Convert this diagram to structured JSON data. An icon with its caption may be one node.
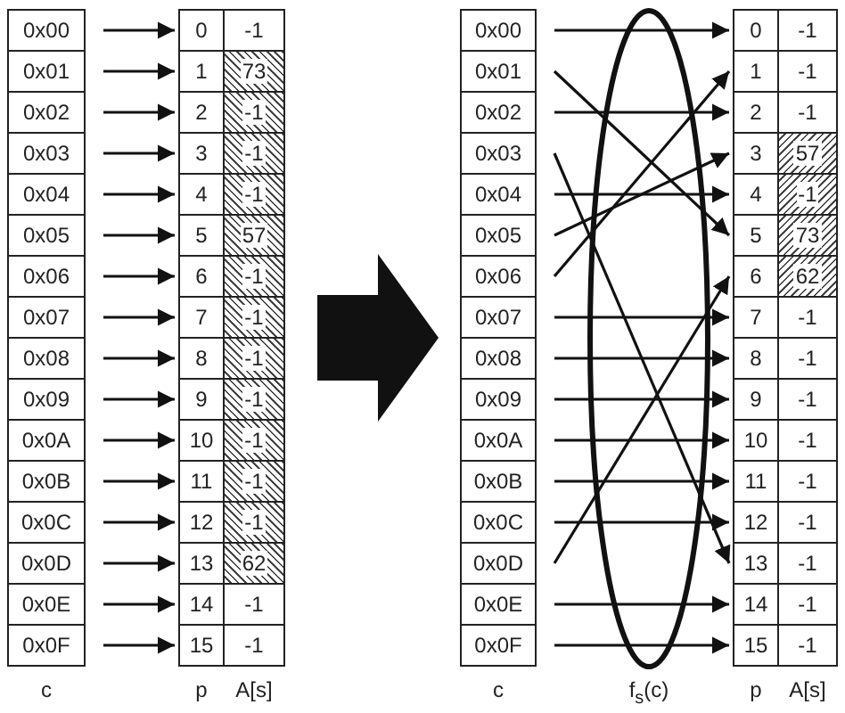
{
  "diagram": {
    "nodes": [
      {
        "text": [],
        "shape": "table"
      },
      {
        "text": [
          "0x00"
        ],
        "in": 0
      },
      {
        "text": [
          "0x01"
        ],
        "in": 0
      },
      {
        "text": [
          "0x02"
        ],
        "in": 0
      },
      {
        "text": [
          "0x03"
        ],
        "in": 0
      },
      {
        "text": [
          "0x04"
        ],
        "in": 0
      },
      {
        "text": [
          "0x05"
        ],
        "in": 0
      },
      {
        "text": [
          "0x06"
        ],
        "in": 0
      },
      {
        "text": [
          "0x07"
        ],
        "in": 0
      },
      {
        "text": [
          "0x08"
        ],
        "in": 0
      },
      {
        "text": [
          "0x09"
        ],
        "in": 0
      },
      {
        "text": [
          "0x0A"
        ],
        "in": 0
      },
      {
        "text": [
          "0x0B"
        ],
        "in": 0
      },
      {
        "text": [
          "0x0C"
        ],
        "in": 0
      },
      {
        "text": [
          "0x0D"
        ],
        "in": 0
      },
      {
        "text": [
          "0x0E"
        ],
        "in": 0
      },
      {
        "text": [
          "0x0F"
        ],
        "in": 0
      },
      {
        "text": [
          "0"
        ],
        "in": 0
      },
      {
        "text": [
          "1"
        ],
        "in": 0
      },
      {
        "text": [
          "2"
        ],
        "in": 0
      },
      {
        "text": [
          "3"
        ],
        "in": 0
      },
      {
        "text": [
          "4"
        ],
        "in": 0
      },
      {
        "text": [
          "5"
        ],
        "in": 0
      },
      {
        "text": [
          "6"
        ],
        "in": 0
      },
      {
        "text": [
          "7"
        ],
        "in": 0
      },
      {
        "text": [
          "8"
        ],
        "in": 0
      },
      {
        "text": [
          "9"
        ],
        "in": 0
      },
      {
        "text": [
          "10"
        ],
        "in": 0
      },
      {
        "text": [
          "11"
        ],
        "in": 0
      },
      {
        "text": [
          "12"
        ],
        "in": 0
      },
      {
        "text": [
          "13"
        ],
        "in": 0
      },
      {
        "text": [
          "14"
        ],
        "in": 0
      },
      {
        "text": [
          "15"
        ],
        "in": 0
      },
      {
        "text": [
          "-1"
        ],
        "in": 0
      },
      {
        "text": [
          "73"
        ],
        "in": 0
      },
      {
        "text": [
          "-1"
        ],
        "in": 0
      },
      {
        "text": [
          "-1"
        ],
        "in": 0
      },
      {
        "text": [
          "-1"
        ],
        "in": 0
      },
      {
        "text": [
          "57"
        ],
        "in": 0
      },
      {
        "text": [
          "-1"
        ],
        "in": 0
      },
      {
        "text": [
          "-1"
        ],
        "in": 0
      },
      {
        "text": [
          "-1"
        ],
        "in": 0
      },
      {
        "text": [
          "-1"
        ],
        "in": 0
      },
      {
        "text": [
          "-1"
        ],
        "in": 0
      },
      {
        "text": [
          "-1"
        ],
        "in": 0
      },
      {
        "text": [
          "-1"
        ],
        "in": 0
      },
      {
        "text": [
          "62"
        ],
        "in": 0
      },
      {
        "text": [
          "-1"
        ],
        "in": 0
      },
      {
        "text": [
          "-1"
        ],
        "in": 0
      },
      {
        "text": [],
        "shape": "table"
      },
      {
        "text": [
          "0x00"
        ],
        "in": 49
      },
      {
        "text": [
          "0x01"
        ],
        "in": 49
      },
      {
        "text": [
          "0x02"
        ],
        "in": 49
      },
      {
        "text": [
          "0x03"
        ],
        "in": 49
      },
      {
        "text": [
          "0x04"
        ],
        "in": 49
      },
      {
        "text": [
          "0x05"
        ],
        "in": 49
      },
      {
        "text": [
          "0x06"
        ],
        "in": 49
      },
      {
        "text": [
          "0x07"
        ],
        "in": 49
      },
      {
        "text": [
          "0x08"
        ],
        "in": 49
      },
      {
        "text": [
          "0x09"
        ],
        "in": 49
      },
      {
        "text": [
          "0x0A"
        ],
        "in": 49
      },
      {
        "text": [
          "0x0B"
        ],
        "in": 49
      },
      {
        "text": [
          "0x0C"
        ],
        "in": 49
      },
      {
        "text": [
          "0x0D"
        ],
        "in": 49
      },
      {
        "text": [
          "0x0E"
        ],
        "in": 49
      },
      {
        "text": [
          "0x0F"
        ],
        "in": 49
      },
      {
        "text": [
          "0"
        ],
        "in": 49
      },
      {
        "text": [
          "1"
        ],
        "in": 49
      },
      {
        "text": [
          "2"
        ],
        "in": 49
      },
      {
        "text": [
          "3"
        ],
        "in": 49
      },
      {
        "text": [
          "4"
        ],
        "in": 49
      },
      {
        "text": [
          "5"
        ],
        "in": 49
      },
      {
        "text": [
          "6"
        ],
        "in": 49
      },
      {
        "text": [
          "7"
        ],
        "in": 49
      },
      {
        "text": [
          "8"
        ],
        "in": 49
      },
      {
        "text": [
          "9"
        ],
        "in": 49
      },
      {
        "text": [
          "10"
        ],
        "in": 49
      },
      {
        "text": [
          "11"
        ],
        "in": 49
      },
      {
        "text": [
          "12"
        ],
        "in": 49
      },
      {
        "text": [
          "13"
        ],
        "in": 49
      },
      {
        "text": [
          "14"
        ],
        "in": 49
      },
      {
        "text": [
          "15"
        ],
        "in": 49
      },
      {
        "text": [
          "-1"
        ],
        "in": 49
      },
      {
        "text": [
          "-1"
        ],
        "in": 49
      },
      {
        "text": [
          "-1"
        ],
        "in": 49
      },
      {
        "text": [
          "57"
        ],
        "in": 49
      },
      {
        "text": [
          "-1"
        ],
        "in": 49
      },
      {
        "text": [
          "73"
        ],
        "in": 49
      },
      {
        "text": [
          "62"
        ],
        "in": 49
      },
      {
        "text": [
          "-1"
        ],
        "in": 49
      },
      {
        "text": [
          "-1"
        ],
        "in": 49
      },
      {
        "text": [
          "-1"
        ],
        "in": 49
      },
      {
        "text": [
          "-1"
        ],
        "in": 49
      },
      {
        "text": [
          "-1"
        ],
        "in": 49
      },
      {
        "text": [
          "-1"
        ],
        "in": 49
      },
      {
        "text": [
          "-1"
        ],
        "in": 49
      },
      {
        "text": [
          "-1"
        ],
        "in": 49
      },
      {
        "text": [
          "-1"
        ],
        "in": 49
      }
    ],
    "edges": [
      {
        "from": 1,
        "to": 17,
        "arrow": "to"
      },
      {
        "from": 2,
        "to": 18,
        "arrow": "to"
      },
      {
        "from": 3,
        "to": 19,
        "arrow": "to"
      },
      {
        "from": 4,
        "to": 20,
        "arrow": "to"
      },
      {
        "from": 5,
        "to": 21,
        "arrow": "to"
      },
      {
        "from": 6,
        "to": 22,
        "arrow": "to"
      },
      {
        "from": 7,
        "to": 23,
        "arrow": "to"
      },
      {
        "from": 8,
        "to": 24,
        "arrow": "to"
      },
      {
        "from": 9,
        "to": 25,
        "arrow": "to"
      },
      {
        "from": 10,
        "to": 26,
        "arrow": "to"
      },
      {
        "from": 11,
        "to": 27,
        "arrow": "to"
      },
      {
        "from": 12,
        "to": 28,
        "arrow": "to"
      },
      {
        "from": 13,
        "to": 29,
        "arrow": "to"
      },
      {
        "from": 14,
        "to": 30,
        "arrow": "to"
      },
      {
        "from": 15,
        "to": 31,
        "arrow": "to"
      },
      {
        "from": 16,
        "to": 32,
        "arrow": "to"
      },
      {
        "from": 0,
        "to": 49,
        "arrow": "to",
        "style": "thick"
      },
      {
        "from": 50,
        "to": 66,
        "arrow": "to"
      },
      {
        "from": 51,
        "to": 71,
        "arrow": "to"
      },
      {
        "from": 52,
        "to": 68,
        "arrow": "to"
      },
      {
        "from": 53,
        "to": 79,
        "arrow": "to"
      },
      {
        "from": 54,
        "to": 70,
        "arrow": "to"
      },
      {
        "from": 55,
        "to": 69,
        "arrow": "to"
      },
      {
        "from": 56,
        "to": 67,
        "arrow": "to"
      },
      {
        "from": 57,
        "to": 73,
        "arrow": "to"
      },
      {
        "from": 58,
        "to": 74,
        "arrow": "to"
      },
      {
        "from": 59,
        "to": 75,
        "arrow": "to"
      },
      {
        "from": 60,
        "to": 76,
        "arrow": "to"
      },
      {
        "from": 61,
        "to": 77,
        "arrow": "to"
      },
      {
        "from": 62,
        "to": 78,
        "arrow": "to"
      },
      {
        "from": 63,
        "to": 72,
        "arrow": "to"
      },
      {
        "from": 64,
        "to": 80,
        "arrow": "to"
      },
      {
        "from": 65,
        "to": 81,
        "arrow": "to"
      }
    ],
    "labels": [
      "c",
      "p",
      "A[s]",
      "c",
      "f$_{s}$(c)",
      "p",
      "A[s]"
    ]
  }
}
